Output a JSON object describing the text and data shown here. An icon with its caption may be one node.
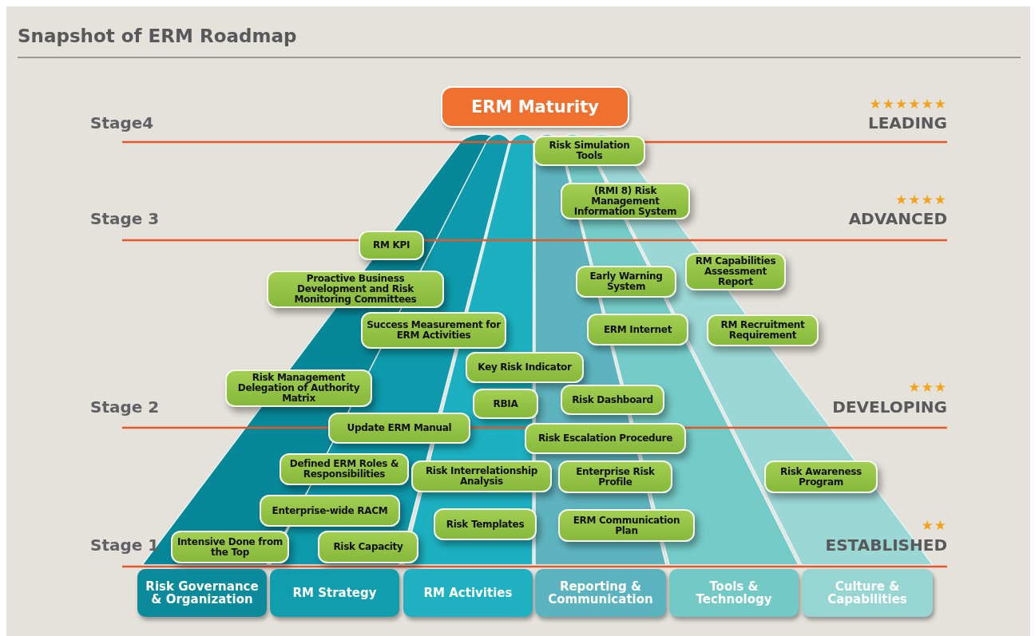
{
  "diagram": {
    "title": "Snapshot of ERM Roadmap",
    "nodes": [
      {
        "text": [
          "ERM Maturity"
        ]
      },
      {
        "text": [
          "Risk Simulation Tools"
        ]
      },
      {
        "text": [
          "(RMI 8) Risk Management Information System"
        ]
      },
      {
        "text": [
          "RM KPI"
        ]
      },
      {
        "text": [
          "RM Capabilities Assessment Report"
        ]
      },
      {
        "text": [
          "Proactive Business Development and Risk Monitoring Committees"
        ]
      },
      {
        "text": [
          "Early Warning System"
        ]
      },
      {
        "text": [
          "Success Measurement for ERM Activities"
        ]
      },
      {
        "text": [
          "ERM Internet"
        ]
      },
      {
        "text": [
          "RM Recruitment Requirement"
        ]
      },
      {
        "text": [
          "Key Risk Indicator"
        ]
      },
      {
        "text": [
          "Risk Management Delegation of Authority Matrix"
        ]
      },
      {
        "text": [
          "RBIA"
        ]
      },
      {
        "text": [
          "Risk Dashboard"
        ]
      },
      {
        "text": [
          "Update ERM Manual"
        ]
      },
      {
        "text": [
          "Risk Escalation Procedure"
        ]
      },
      {
        "text": [
          "Defined ERM Roles & Responsibilities"
        ]
      },
      {
        "text": [
          "Risk Interrelationship Analysis"
        ]
      },
      {
        "text": [
          "Enterprise Risk Profile"
        ]
      },
      {
        "text": [
          "Risk Awareness Program"
        ]
      },
      {
        "text": [
          "Enterprise-wide RACM"
        ]
      },
      {
        "text": [
          "Risk Templates"
        ]
      },
      {
        "text": [
          "ERM Communication Plan"
        ]
      },
      {
        "text": [
          "Intensive Done from the Top"
        ]
      },
      {
        "text": [
          "Risk Capacity"
        ]
      },
      {
        "text": [
          "Risk Governance & Organization"
        ]
      },
      {
        "text": [
          "RM Strategy"
        ]
      },
      {
        "text": [
          "RM Activities"
        ]
      },
      {
        "text": [
          "Reporting & Communication"
        ]
      },
      {
        "text": [
          "Tools & Technology"
        ]
      },
      {
        "text": [
          "Culture & Capabilities"
        ]
      }
    ],
    "edges": [],
    "labels": [
      "★★★★★★",
      "Stage4",
      "LEADING",
      "★★★★",
      "Stage 3",
      "ADVANCED",
      "★★★",
      "Stage 2",
      "DEVELOPING",
      "★★",
      "Stage 1",
      "ESTABLISHED"
    ]
  }
}
